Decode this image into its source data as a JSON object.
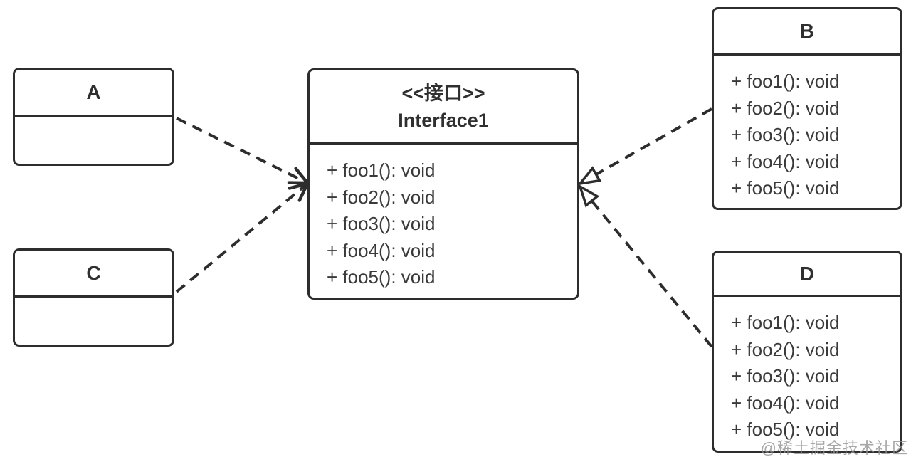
{
  "classes": {
    "a": {
      "name": "A"
    },
    "c": {
      "name": "C"
    },
    "interface1": {
      "stereotype": "<<接口>>",
      "name": "Interface1",
      "methods": [
        "+ foo1(): void",
        "+ foo2(): void",
        "+ foo3(): void",
        "+ foo4(): void",
        "+ foo5(): void"
      ]
    },
    "b": {
      "name": "B",
      "methods": [
        "+ foo1(): void",
        "+ foo2(): void",
        "+ foo3(): void",
        "+ foo4(): void",
        "+ foo5(): void"
      ]
    },
    "d": {
      "name": "D",
      "methods": [
        "+ foo1(): void",
        "+ foo2(): void",
        "+ foo3(): void",
        "+ foo4(): void",
        "+ foo5(): void"
      ]
    }
  },
  "relations": [
    {
      "from": "A",
      "to": "Interface1",
      "type": "dependency",
      "line": "dashed",
      "arrowhead": "open"
    },
    {
      "from": "C",
      "to": "Interface1",
      "type": "dependency",
      "line": "dashed",
      "arrowhead": "open"
    },
    {
      "from": "B",
      "to": "Interface1",
      "type": "realization",
      "line": "dashed",
      "arrowhead": "hollow-triangle"
    },
    {
      "from": "D",
      "to": "Interface1",
      "type": "realization",
      "line": "dashed",
      "arrowhead": "hollow-triangle"
    }
  ],
  "colors": {
    "stroke": "#2d2d2d",
    "text": "#3a3a3a",
    "background": "#ffffff",
    "watermark": "#919191"
  },
  "watermark": "@稀土掘金技术社区"
}
